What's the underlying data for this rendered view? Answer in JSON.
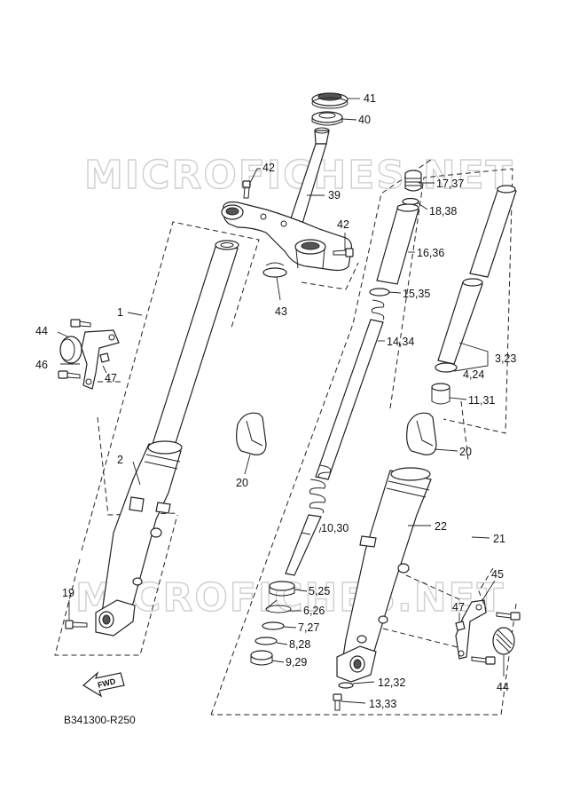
{
  "watermark": "MICROFICHES.NET",
  "fwd_label": "FWD",
  "diagram_code": "B341300-R250",
  "callouts": {
    "c41": "41",
    "c40": "40",
    "c42a": "42",
    "c39": "39",
    "c42b": "42",
    "c43": "43",
    "c1": "1",
    "c44a": "44",
    "c46": "46",
    "c47a": "47",
    "c2": "2",
    "c20a": "20",
    "c19": "19",
    "c1737": "17,37",
    "c1838": "18,38",
    "c1636": "16,36",
    "c1535": "15,35",
    "c1434": "14,34",
    "c1030": "10,30",
    "c525": "5,25",
    "c626": "6,26",
    "c727": "7,27",
    "c828": "8,28",
    "c929": "9,29",
    "c323": "3,23",
    "c424": "4,24",
    "c1131": "11,31",
    "c20b": "20",
    "c22": "22",
    "c21": "21",
    "c45": "45",
    "c47b": "47",
    "c44b": "44",
    "c1232": "12,32",
    "c1333": "13,33"
  }
}
